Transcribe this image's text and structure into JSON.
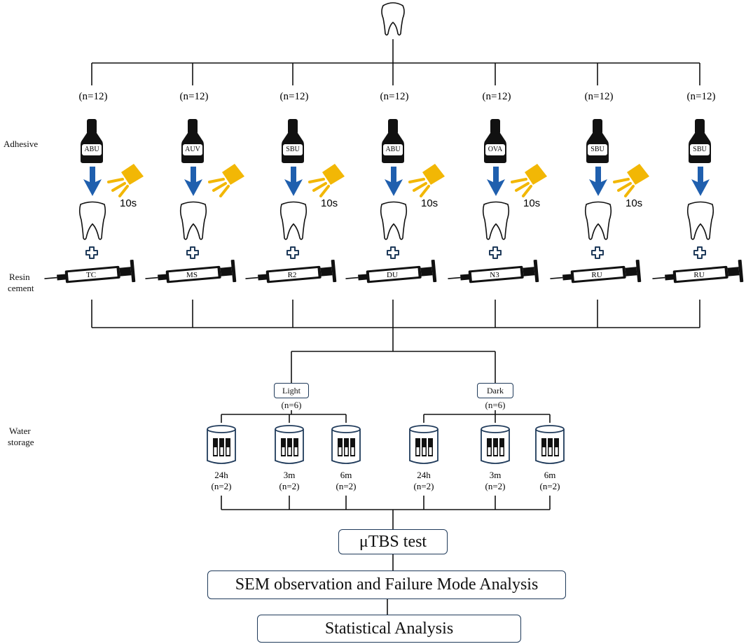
{
  "row_labels": {
    "adhesive": "Adhesive",
    "resin_cement": [
      "Resin",
      "cement"
    ],
    "water_storage": [
      "Water",
      "storage"
    ]
  },
  "groups": [
    {
      "n": "(n=12)",
      "adhesive": "ABU",
      "light": true,
      "time": "10s",
      "cement": "TC"
    },
    {
      "n": "(n=12)",
      "adhesive": "AUV",
      "light": true,
      "time": "",
      "cement": "MS"
    },
    {
      "n": "(n=12)",
      "adhesive": "SBU",
      "light": true,
      "time": "10s",
      "cement": "R2"
    },
    {
      "n": "(n=12)",
      "adhesive": "ABU",
      "light": true,
      "time": "10s",
      "cement": "DU"
    },
    {
      "n": "(n=12)",
      "adhesive": "OVA",
      "light": true,
      "time": "10s",
      "cement": "N3"
    },
    {
      "n": "(n=12)",
      "adhesive": "SBU",
      "light": true,
      "time": "10s",
      "cement": "RU"
    },
    {
      "n": "(n=12)",
      "adhesive": "SBU",
      "light": false,
      "time": "",
      "cement": "RU"
    }
  ],
  "conditions": [
    {
      "label": "Light",
      "n": "(n=6)"
    },
    {
      "label": "Dark",
      "n": "(n=6)"
    }
  ],
  "storage": [
    {
      "time": "24h",
      "n": "(n=2)"
    },
    {
      "time": "3m",
      "n": "(n=2)"
    },
    {
      "time": "6m",
      "n": "(n=2)"
    },
    {
      "time": "24h",
      "n": "(n=2)"
    },
    {
      "time": "3m",
      "n": "(n=2)"
    },
    {
      "time": "6m",
      "n": "(n=2)"
    }
  ],
  "steps": {
    "test": "μTBS test",
    "sem": "SEM observation and Failure Mode Analysis",
    "stats": "Statistical Analysis"
  },
  "colors": {
    "arrow": "#1f5fae",
    "light": "#f2b705",
    "box_border": "#1f3a5a",
    "plus": "#1f3a5a"
  }
}
